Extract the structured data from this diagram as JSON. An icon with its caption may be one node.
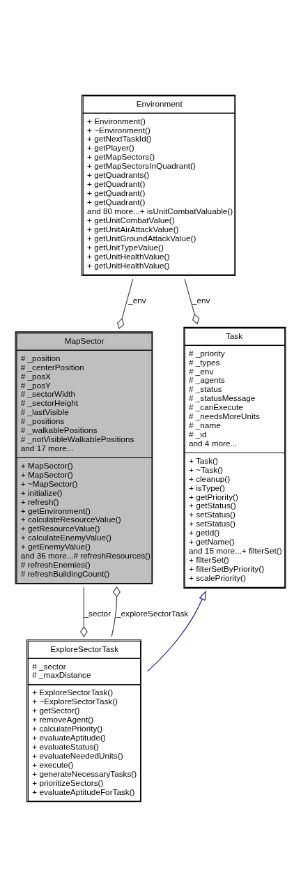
{
  "diagram": {
    "nodes": [
      {
        "text": [
          "Environment",
          "+ Environment() + ~Environment() + getNextTaskId() + getPlayer() + getMapSectors() + getMapSectorsInQuadrant() + getQuadrants() + getQuadrant() + getQuadrant() + getQuadrant() and 80 more...+ isUnitCombatValuable() + getUnitCombatValue() + getUnitAirAttackValue() + getUnitGroundAttackValue() + getUnitTypeValue() + getUnitHealthValue() + getUnitHealthValue()"
        ]
      },
      {
        "text": [
          "MapSector",
          "# _position # _centerPosition # _posX # _posY # _sectorWidth # _sectorHeight # _lastVisible # _positions # _walkablePositions # _notVisibleWalkablePositions and 17 more...",
          "+ MapSector() + MapSector() + ~MapSector() + initialize() + refresh() + getEnvironment() + calculateResourceValue() + getResourceValue() + calculateEnemyValue() + getEnemyValue() and 36 more...# refreshResources() # refreshEnemies() # refreshBuildingCount()"
        ]
      },
      {
        "text": [
          "Task",
          "# _priority # _types # _env # _agents # _status # _statusMessage # _canExecute # _needsMoreUnits # _name # _id and 4 more...",
          "+ Task() + ~Task() + cleanup() + isType() + getPriority() + getStatus() + setStatus() + setStatus() + getId() + getName() and 15 more...+ filterSet() + filterSet() + filterSetByPriority() + scalePriority()"
        ]
      },
      {
        "text": [
          "ExploreSectorTask",
          "# _sector # _maxDistance",
          "+ ExploreSectorTask() + ~ExploreSectorTask() + getSector() + removeAgent() + calculatePriority() + evaluateAptitude() + evaluateStatus() + evaluateNeededUnits() + execute() + generateNecessaryTasks() + prioritizeSectors() + evaluateAptitudeForTask()"
        ]
      }
    ],
    "edges": [
      {
        "from": 0,
        "to": 1,
        "arrow": "other",
        "label": "_env"
      },
      {
        "from": 0,
        "to": 2,
        "arrow": "other",
        "label": "_env"
      },
      {
        "from": 1,
        "to": 3,
        "arrow": "other",
        "label": "_sector"
      },
      {
        "from": 3,
        "to": 1,
        "arrow": "other",
        "label": "_exploreSectorTask"
      },
      {
        "from": 3,
        "to": 2,
        "arrow": "to",
        "color": "#191970"
      }
    ]
  }
}
